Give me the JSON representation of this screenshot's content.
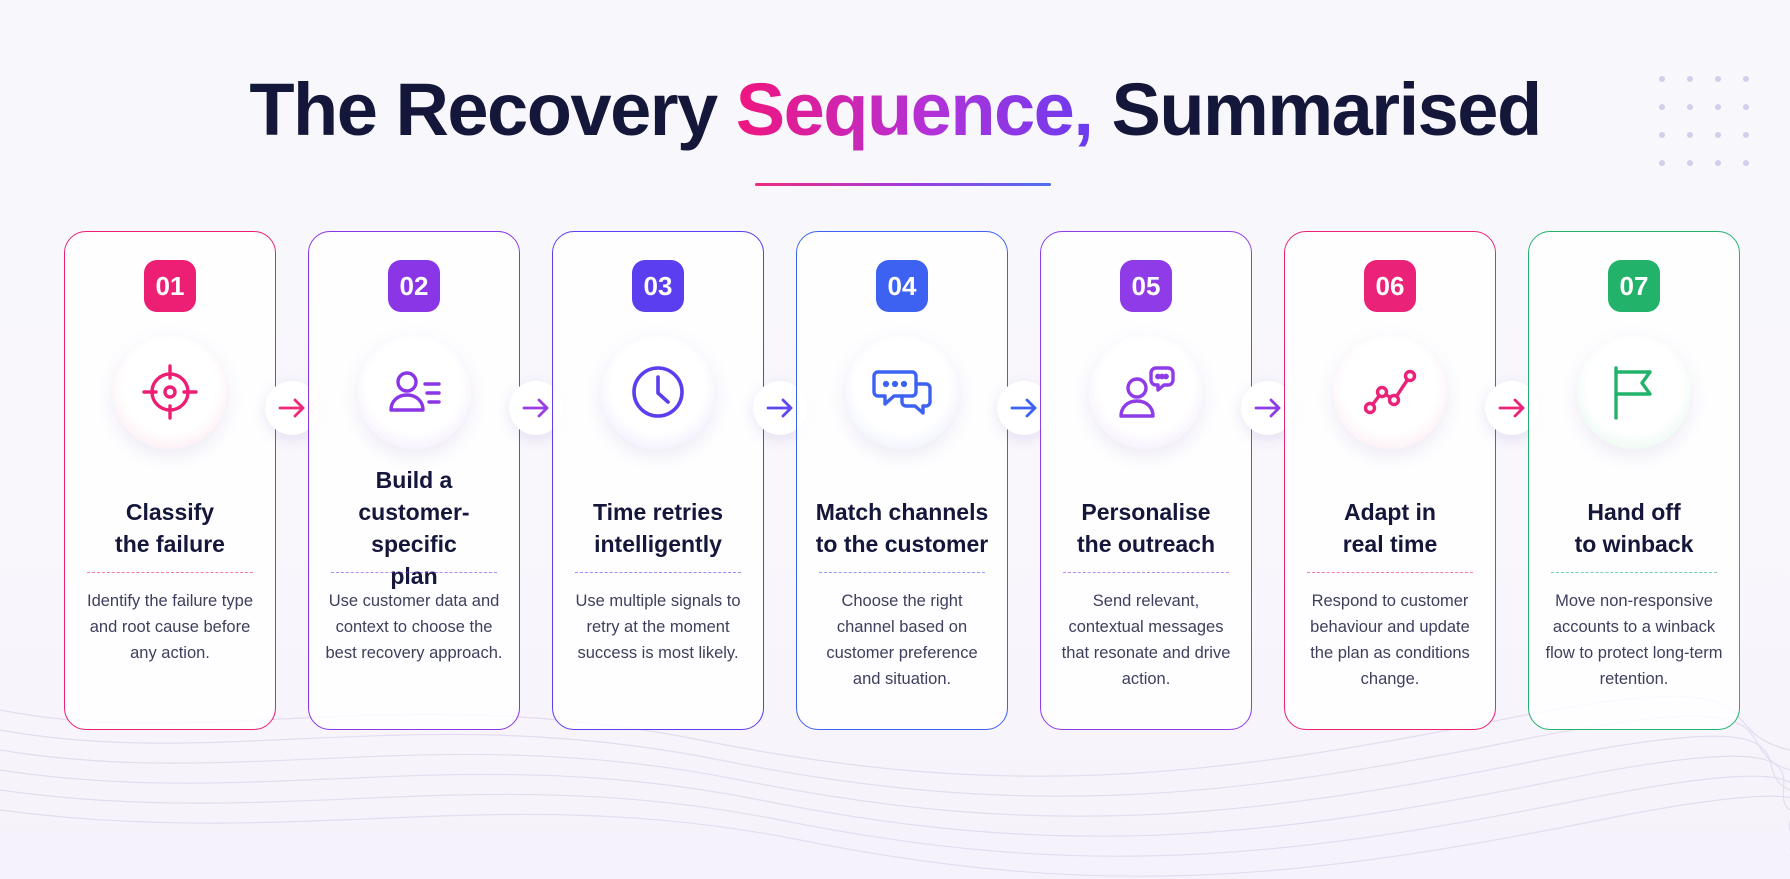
{
  "title": {
    "part1": "The Recovery ",
    "accent": "Sequence,",
    "part2": " Summarised"
  },
  "colors": {
    "pink": "#ec1f74",
    "violet": "#8a36e6",
    "indigo": "#5a3ef0",
    "blue": "#3d62f2",
    "purple": "#8f3be8",
    "magenta": "#ea2379",
    "green": "#22b26a"
  },
  "steps": [
    {
      "number": "01",
      "title": "Classify\nthe failure",
      "description": "Identify the failure type and root cause before any action.",
      "icon": "target-icon",
      "color": "#ec1f74"
    },
    {
      "number": "02",
      "title": "Build a\ncustomer-specific\nplan",
      "description": "Use customer data and context to choose the best recovery approach.",
      "icon": "user-list-icon",
      "color": "#8a36e6"
    },
    {
      "number": "03",
      "title": "Time retries\nintelligently",
      "description": "Use multiple signals to retry at the moment success is most likely.",
      "icon": "clock-icon",
      "color": "#5a3ef0"
    },
    {
      "number": "04",
      "title": "Match channels\nto the customer",
      "description": "Choose the right channel based on customer preference and situation.",
      "icon": "chat-bubbles-icon",
      "color": "#3d62f2"
    },
    {
      "number": "05",
      "title": "Personalise\nthe outreach",
      "description": "Send relevant, contextual messages that resonate and drive action.",
      "icon": "user-message-icon",
      "color": "#8f3be8"
    },
    {
      "number": "06",
      "title": "Adapt in\nreal time",
      "description": "Respond to customer behaviour and update the plan as conditions change.",
      "icon": "trend-line-icon",
      "color": "#ea2379"
    },
    {
      "number": "07",
      "title": "Hand off\nto winback",
      "description": "Move non-responsive accounts to a winback flow to protect long-term retention.",
      "icon": "flag-icon",
      "color": "#22b26a"
    }
  ]
}
